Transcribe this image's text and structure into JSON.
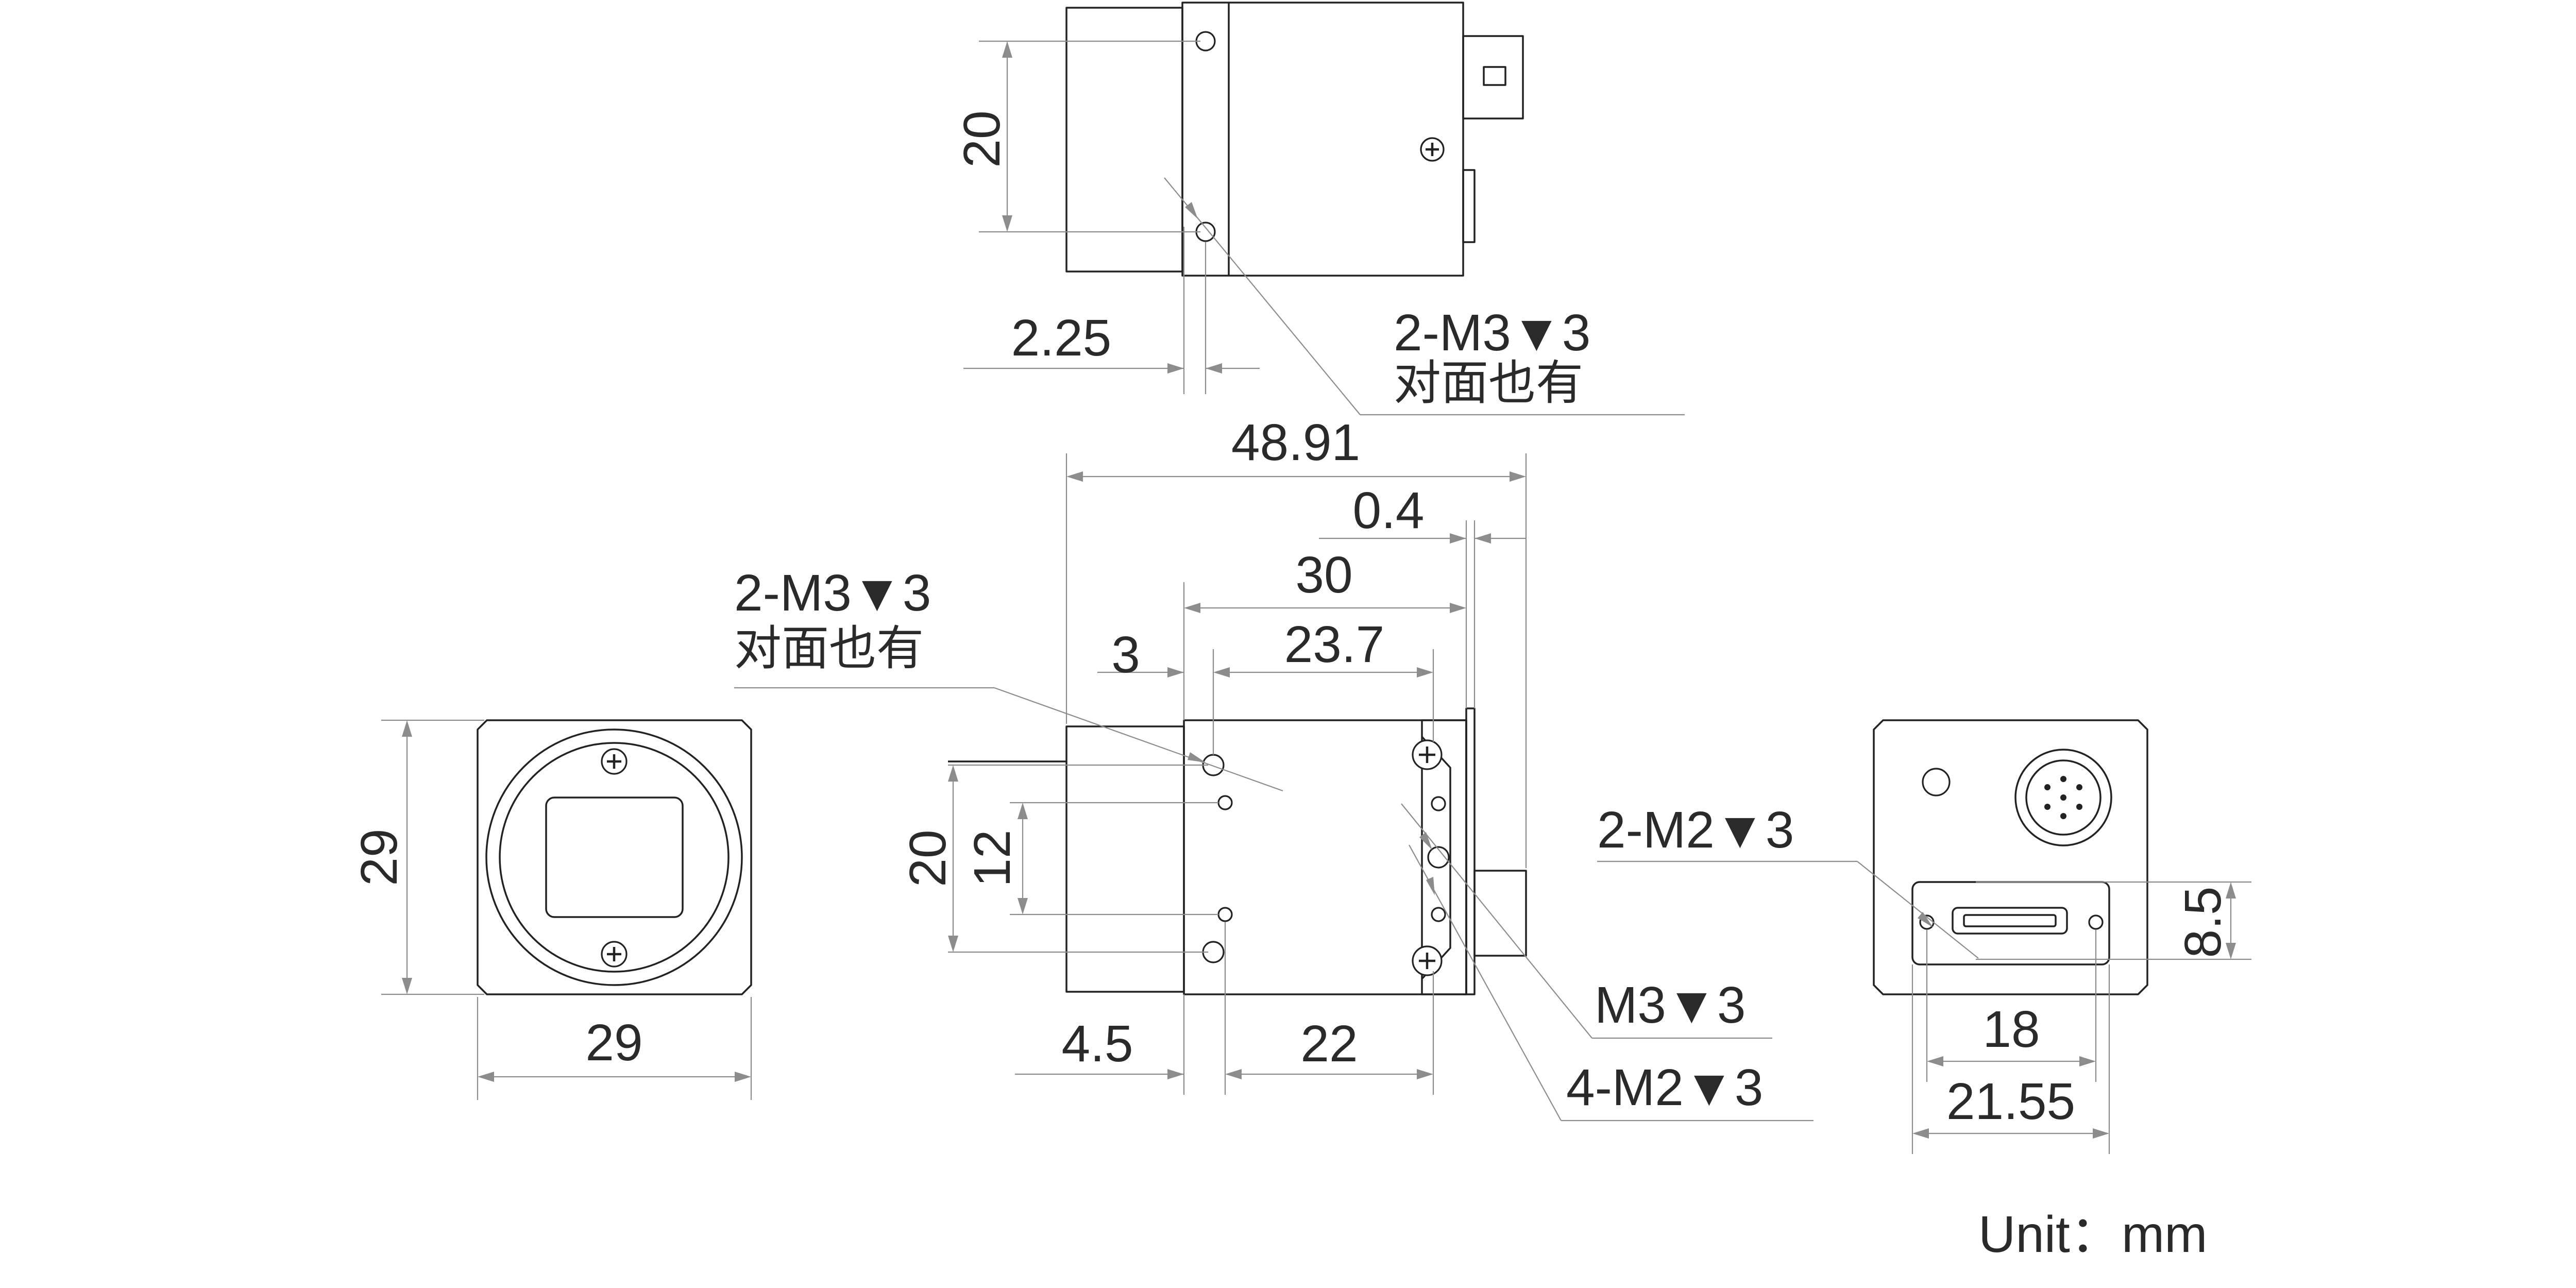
{
  "colors": {
    "outline": "#222222",
    "dimension": "#8c8c8c",
    "text": "#2a2a2a",
    "background": "#ffffff"
  },
  "top_view": {
    "dim_height": "20",
    "dim_offset": "2.25",
    "callout_line1": "2-M3▼3",
    "callout_line2": "对面也有"
  },
  "front_view": {
    "dim_width": "29",
    "dim_height": "29"
  },
  "side_view": {
    "dim_total_length": "48.91",
    "dim_flange": "0.4",
    "dim_body": "30",
    "dim_hole_offset": "3",
    "dim_hole_span": "23.7",
    "dim_bottom_offset": "4.5",
    "dim_bottom_span": "22",
    "dim_outer_height": "20",
    "dim_inner_height": "12",
    "callout_top_line1": "2-M3▼3",
    "callout_top_line2": "对面也有",
    "callout_m3": "M3▼3",
    "callout_m2": "4-M2▼3"
  },
  "rear_view": {
    "callout_m2": "2-M2▼3",
    "dim_height": "8.5",
    "dim_inner_width": "18",
    "dim_outer_width": "21.55"
  },
  "unit_label": "Unit：mm"
}
